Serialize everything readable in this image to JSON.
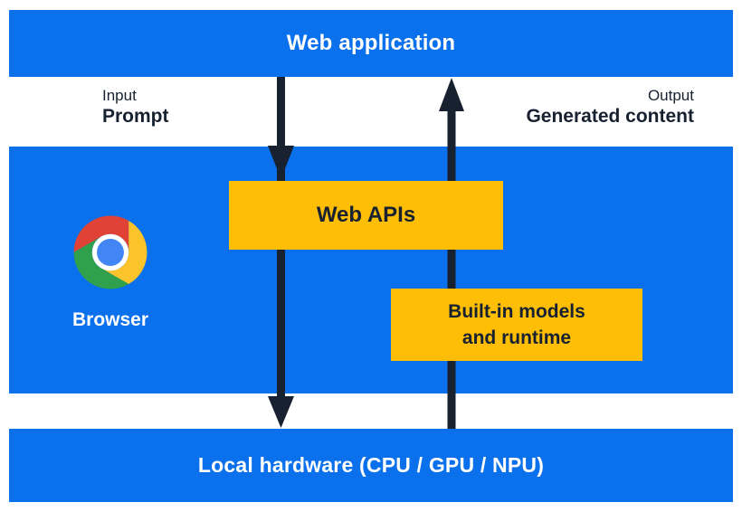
{
  "colors": {
    "layer_blue": "#0b70eb",
    "box_yellow": "#fdbe05",
    "ink_navy": "#172130",
    "text_white": "#ffffff",
    "chrome_red": "#e04335",
    "chrome_green": "#2fa04c",
    "chrome_yellow": "#fcc32b",
    "chrome_blue": "#4285f4"
  },
  "layers": {
    "web_application": {
      "label": "Web application"
    },
    "browser": {
      "label": "Browser",
      "web_apis": {
        "label": "Web APIs"
      },
      "builtin_models": {
        "line1": "Built-in models",
        "line2": "and runtime"
      }
    },
    "local_hardware": {
      "label": "Local hardware (CPU / GPU / NPU)"
    }
  },
  "flow_labels": {
    "input": {
      "title": "Input",
      "value": "Prompt"
    },
    "output": {
      "title": "Output",
      "value": "Generated content"
    }
  }
}
